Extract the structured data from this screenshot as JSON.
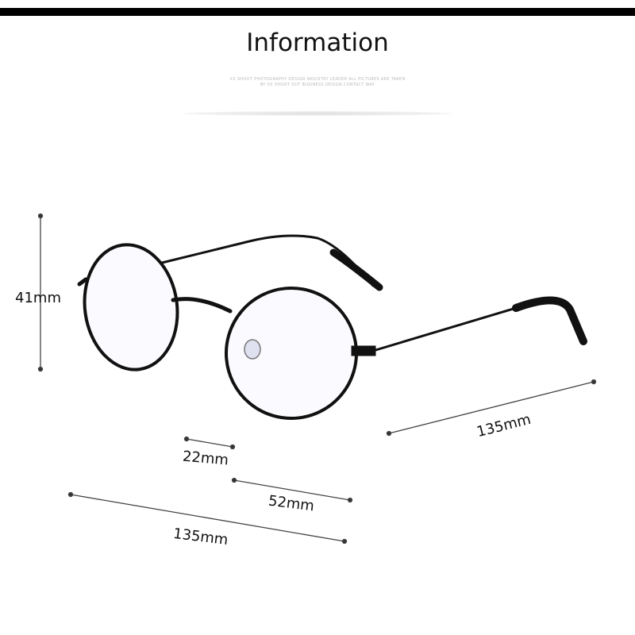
{
  "header": {
    "title": "Information",
    "subtitle_line1": "XX SHOOT PHOTOGRAPHY DESIGN INDUSTRY LEADER ALL PICTURES ARE TAKEN",
    "subtitle_line2": "BY XX SHOOT OUT BUSINESS DESIGN CONTACT WAY"
  },
  "dimensions": {
    "lens_height": "41mm",
    "temple_length": "135mm",
    "bridge_width": "22mm",
    "lens_width": "52mm",
    "frame_width": "135mm"
  },
  "colors": {
    "frame": "#111111",
    "dimension_line": "#444444"
  }
}
